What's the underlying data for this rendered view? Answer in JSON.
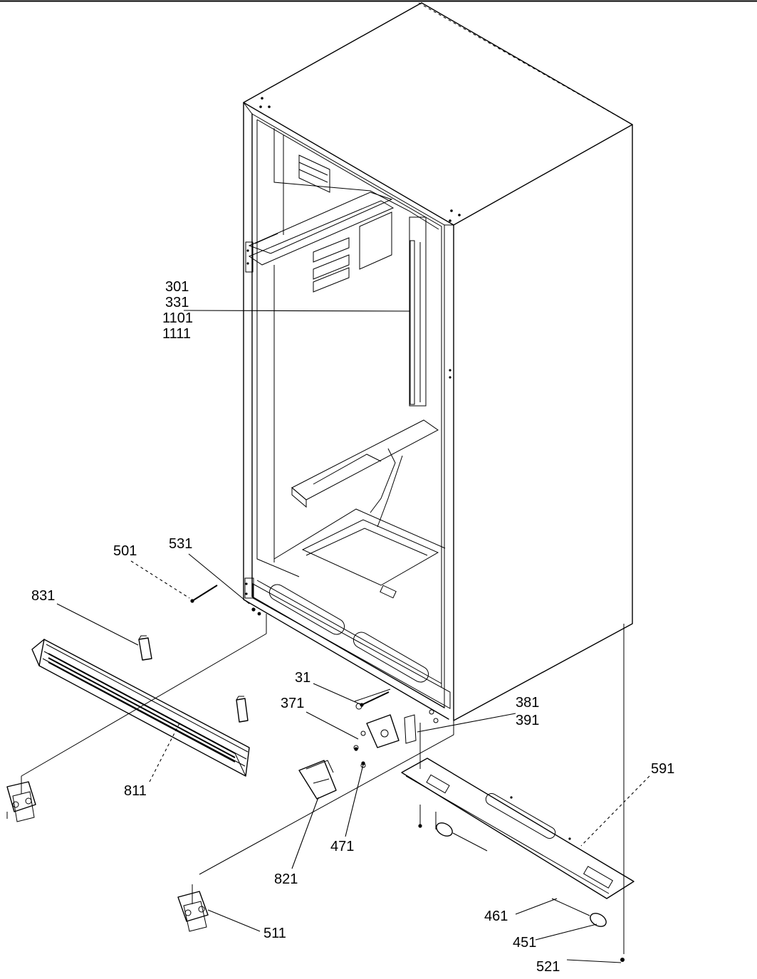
{
  "diagram": {
    "callouts": [
      {
        "id": "c301",
        "text": "301"
      },
      {
        "id": "c331",
        "text": "331"
      },
      {
        "id": "c1101",
        "text": "1101"
      },
      {
        "id": "c1111",
        "text": "1111"
      },
      {
        "id": "c501",
        "text": "501"
      },
      {
        "id": "c531",
        "text": "531"
      },
      {
        "id": "c831",
        "text": "831"
      },
      {
        "id": "c811",
        "text": "811"
      },
      {
        "id": "c31",
        "text": "31"
      },
      {
        "id": "c371",
        "text": "371"
      },
      {
        "id": "c381",
        "text": "381"
      },
      {
        "id": "c391",
        "text": "391"
      },
      {
        "id": "c471",
        "text": "471"
      },
      {
        "id": "c821",
        "text": "821"
      },
      {
        "id": "c511",
        "text": "511"
      },
      {
        "id": "c591",
        "text": "591"
      },
      {
        "id": "c461",
        "text": "461"
      },
      {
        "id": "c451",
        "text": "451"
      },
      {
        "id": "c521",
        "text": "521"
      }
    ]
  }
}
